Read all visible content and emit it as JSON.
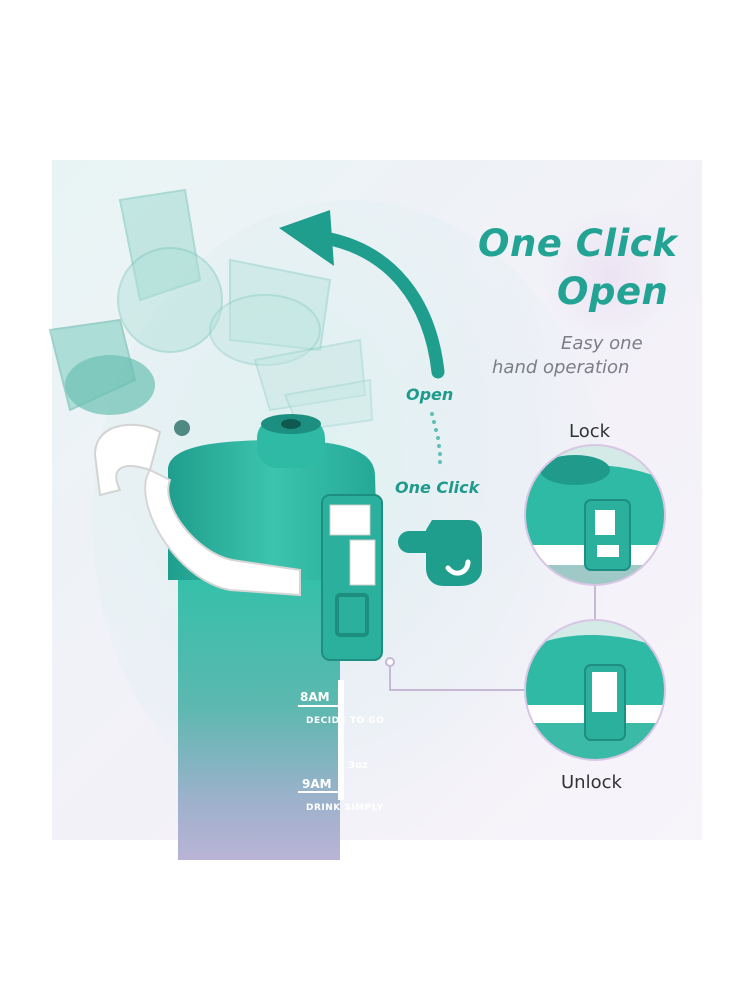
{
  "headline": {
    "line1": "One Click",
    "line2": "Open"
  },
  "subheadline": {
    "line1": "Easy one",
    "line2": "hand operation"
  },
  "diagram": {
    "open_label": "Open",
    "one_click_label": "One Click"
  },
  "callouts": {
    "lock_label": "Lock",
    "unlock_label": "Unlock"
  },
  "bottle_markings": {
    "time_1": "8AM",
    "motto_1": "DECIDE TO GO",
    "time_2": "9AM",
    "motto_2": "DRINK SIMPLY",
    "oz_mark": "3oz"
  },
  "colors": {
    "accent_teal": "#23a394",
    "bottle_teal": "#2fbfa8",
    "bottle_lavender": "#b7b3d3",
    "text_gray": "#7d7d85"
  }
}
